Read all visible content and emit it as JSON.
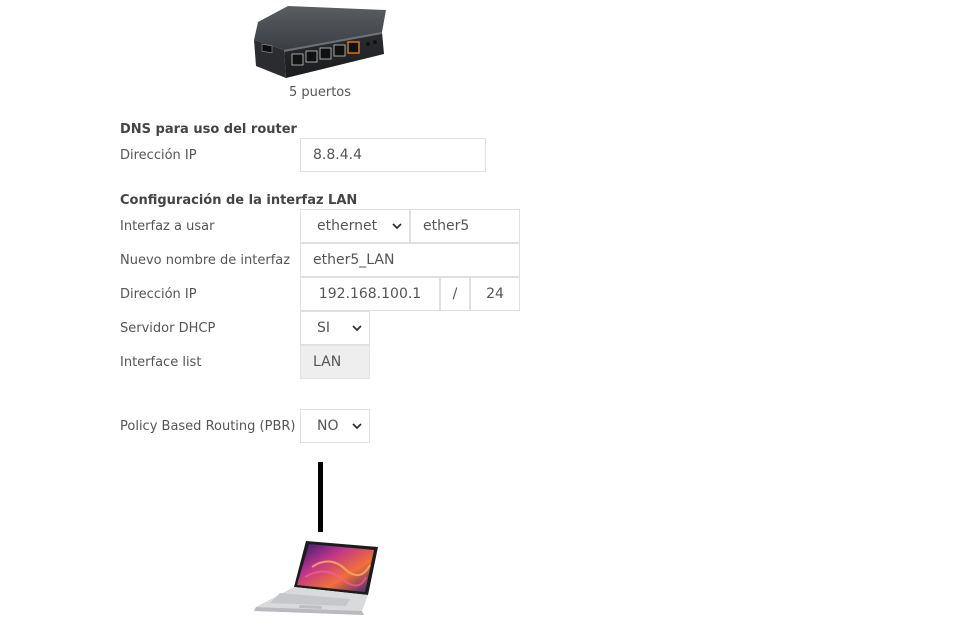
{
  "router": {
    "caption": "5 puertos",
    "icon": "router-image"
  },
  "dns": {
    "title": "DNS para uso del router",
    "ip_label": "Dirección IP",
    "ip_value": "8.8.4.4"
  },
  "lan": {
    "title": "Configuración de la interfaz LAN",
    "interface_label": "Interfaz a usar",
    "interface_type": "ethernet",
    "interface_name": "ether5",
    "new_name_label": "Nuevo nombre de interfaz",
    "new_name_value": "ether5_LAN",
    "ip_label": "Dirección IP",
    "ip_value": "192.168.100.1",
    "ip_separator": "/",
    "mask_value": "24",
    "dhcp_label": "Servidor DHCP",
    "dhcp_value": "SI",
    "interface_list_label": "Interface list",
    "interface_list_value": "LAN"
  },
  "pbr": {
    "label": "Policy Based Routing (PBR)",
    "value": "NO"
  },
  "laptop": {
    "icon": "laptop-image"
  },
  "colors": {
    "border": "#e0e0e0",
    "readonly_bg": "#eeeeee",
    "text": "#555555",
    "cable": "#000000"
  }
}
